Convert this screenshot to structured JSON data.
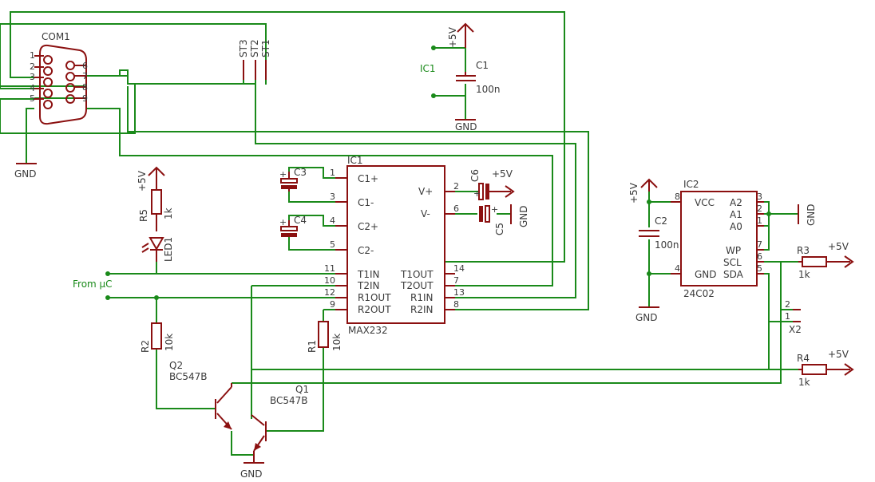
{
  "labels": {
    "com1": "COM1",
    "pin1": "1",
    "pin2": "2",
    "pin3": "3",
    "pin4": "4",
    "pin5": "5",
    "pin6": "6",
    "pin7": "7",
    "pin8": "8",
    "pin9": "9",
    "gnd": "GND",
    "st3": "ST3",
    "st2": "ST2",
    "st1": "ST1",
    "plus5v": "+5V",
    "ic1": "IC1",
    "c1": "C1",
    "c1_val": "100n",
    "c3": "C3",
    "c4": "C4",
    "c5": "C5",
    "c6": "C6",
    "r5": "R5",
    "r5_val": "1k",
    "led1": "LED1",
    "from_uc": "From µC",
    "r2": "R2",
    "r2_val": "10k",
    "r1": "R1",
    "r1_val": "10k",
    "q2": "Q2",
    "q2_type": "BC547B",
    "q1": "Q1",
    "q1_type": "BC547B",
    "max232": "MAX232",
    "m_c1p": "C1+",
    "m_c1m": "C1-",
    "m_c2p": "C2+",
    "m_c2m": "C2-",
    "m_t1in": "T1IN",
    "m_t2in": "T2IN",
    "m_r1out": "R1OUT",
    "m_r2out": "R2OUT",
    "m_vp": "V+",
    "m_vm": "V-",
    "m_t1out": "T1OUT",
    "m_t2out": "T2OUT",
    "m_r1in": "R1IN",
    "m_r2in": "R2IN",
    "n1": "1",
    "n3": "3",
    "n4": "4",
    "n5": "5",
    "n11": "11",
    "n10": "10",
    "n12": "12",
    "n9": "9",
    "n2": "2",
    "n6": "6",
    "n14": "14",
    "n7": "7",
    "n13": "13",
    "n8": "8",
    "ic2": "IC2",
    "c2": "C2",
    "c2_val": "100n",
    "e_vcc": "VCC",
    "e_gnd": "GND",
    "e_a2": "A2",
    "e_a1": "A1",
    "e_a0": "A0",
    "e_wp": "WP",
    "e_scl": "SCL",
    "e_sda": "SDA",
    "e8": "8",
    "e4": "4",
    "e3": "3",
    "e2": "2",
    "e1": "1",
    "e7": "7",
    "e6": "6",
    "e5": "5",
    "part_24c02": "24C02",
    "r3": "R3",
    "r3_val": "1k",
    "r4": "R4",
    "r4_val": "1k",
    "x2": "X2",
    "x2_p2": "2",
    "x2_p1": "1"
  }
}
